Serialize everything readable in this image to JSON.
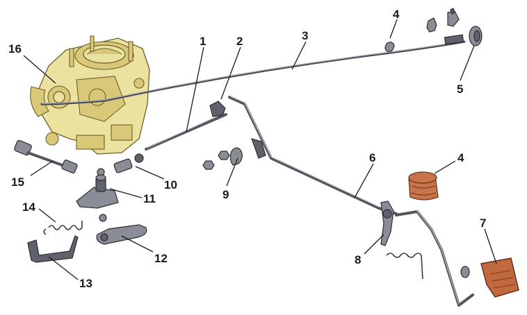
{
  "figure": {
    "background": "#ffffff",
    "colors": {
      "carburetor": "#ece2a0",
      "metal": "#8a8c96",
      "rubber": "#c8744a",
      "pad": "#c0683e",
      "label": "#1a1a1a"
    },
    "callouts": [
      {
        "id": "1",
        "text": "1"
      },
      {
        "id": "2",
        "text": "2"
      },
      {
        "id": "3",
        "text": "3"
      },
      {
        "id": "4a",
        "text": "4"
      },
      {
        "id": "5",
        "text": "5"
      },
      {
        "id": "16",
        "text": "16"
      },
      {
        "id": "6",
        "text": "6"
      },
      {
        "id": "4b",
        "text": "4"
      },
      {
        "id": "9",
        "text": "9"
      },
      {
        "id": "10",
        "text": "10"
      },
      {
        "id": "15",
        "text": "15"
      },
      {
        "id": "11",
        "text": "11"
      },
      {
        "id": "14",
        "text": "14"
      },
      {
        "id": "12",
        "text": "12"
      },
      {
        "id": "7",
        "text": "7"
      },
      {
        "id": "8",
        "text": "8"
      },
      {
        "id": "13",
        "text": "13"
      }
    ]
  }
}
